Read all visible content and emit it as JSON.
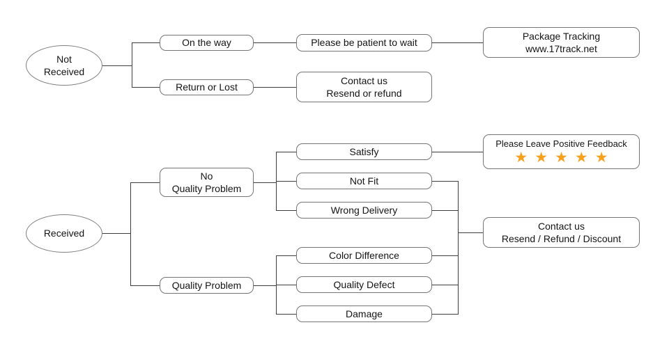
{
  "diagram": {
    "type": "flowchart",
    "background_color": "#ffffff",
    "box_border_color": "#757575",
    "line_color": "#3d3d3d",
    "star_color": "#F6A01E",
    "nodes": {
      "not_received": {
        "line1": "Not",
        "line2": "Received"
      },
      "on_the_way": {
        "label": "On the way"
      },
      "return_or_lost": {
        "label": "Return or Lost"
      },
      "be_patient": {
        "label": "Please be patient to wait"
      },
      "package_tracking": {
        "line1": "Package Tracking",
        "line2": "www.17track.net"
      },
      "contact_resend_refund": {
        "line1": "Contact us",
        "line2": "Resend or refund"
      },
      "received": {
        "label": "Received"
      },
      "no_quality_problem": {
        "line1": "No",
        "line2": "Quality Problem"
      },
      "quality_problem": {
        "label": "Quality Problem"
      },
      "satisfy": {
        "label": "Satisfy"
      },
      "not_fit": {
        "label": "Not Fit"
      },
      "wrong_delivery": {
        "label": "Wrong Delivery"
      },
      "color_difference": {
        "label": "Color Difference"
      },
      "quality_defect": {
        "label": "Quality Defect"
      },
      "damage": {
        "label": "Damage"
      },
      "positive_feedback": {
        "label": "Please Leave Positive Feedback",
        "stars": "★★★★★"
      },
      "contact_discount": {
        "line1": "Contact us",
        "line2": "Resend / Refund / Discount"
      }
    }
  }
}
